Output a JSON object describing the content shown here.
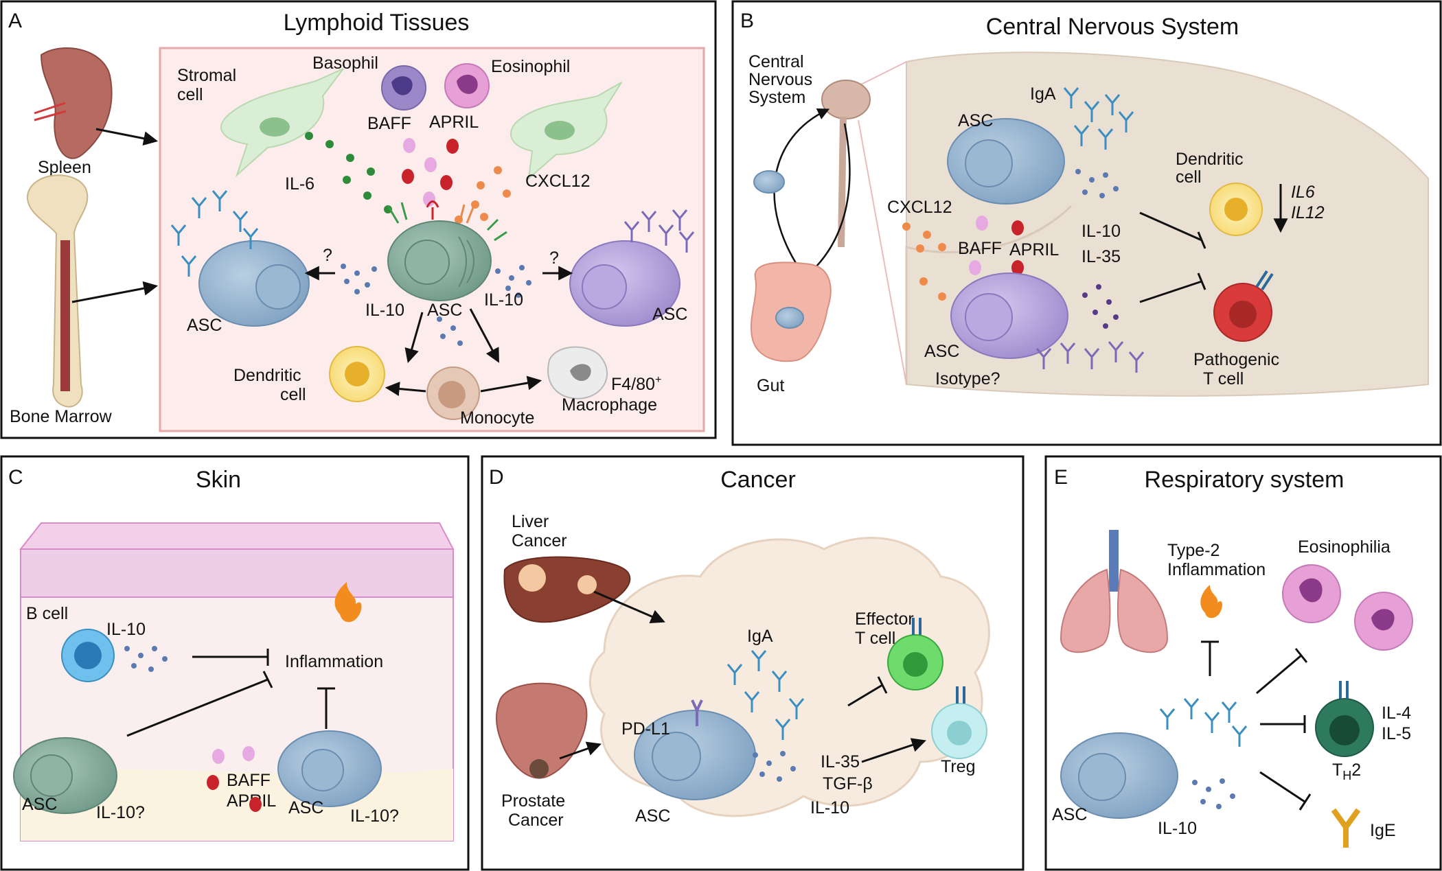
{
  "panels": {
    "a": {
      "letter": "A",
      "title": "Lymphoid Tissues",
      "labels": {
        "spleen": "Spleen",
        "bone_marrow": "Bone Marrow",
        "stromal_1": "Stromal",
        "stromal_2": "cell",
        "basophil": "Basophil",
        "eosinophil": "Eosinophil",
        "baff": "BAFF",
        "april": "APRIL",
        "il6": "IL-6",
        "cxcl12": "CXCL12",
        "question_left": "?",
        "question_right": "?",
        "asc_left": "ASC",
        "asc_center": "ASC",
        "asc_right": "ASC",
        "il10_left": "IL-10",
        "il10_right": "IL-10",
        "dendritic_1": "Dendritic",
        "dendritic_2": "cell",
        "monocyte": "Monocyte",
        "macrophage_1": "F4/80",
        "macrophage_sup": "+",
        "macrophage_2": "Macrophage"
      }
    },
    "b": {
      "letter": "B",
      "title": "Central Nervous System",
      "labels": {
        "cns_1": "Central",
        "cns_2": "Nervous",
        "cns_3": "System",
        "gut": "Gut",
        "iga": "IgA",
        "asc_top": "ASC",
        "dendritic_1": "Dendritic",
        "dendritic_2": "cell",
        "il6": "IL6",
        "il12": "IL12",
        "cxcl12": "CXCL12",
        "baff": "BAFF",
        "april": "APRIL",
        "il10": "IL-10",
        "il35": "IL-35",
        "asc_bottom": "ASC",
        "isotype": "Isotype?",
        "pathogenic_1": "Pathogenic",
        "pathogenic_2": "T cell"
      }
    },
    "c": {
      "letter": "C",
      "title": "Skin",
      "labels": {
        "b_cell": "B cell",
        "il10": "IL-10",
        "inflammation": "Inflammation",
        "baff": "BAFF",
        "april": "APRIL",
        "asc_left": "ASC",
        "il10q_left": "IL-10?",
        "asc_right": "ASC",
        "il10q_right": "IL-10?"
      }
    },
    "d": {
      "letter": "D",
      "title": "Cancer",
      "labels": {
        "liver_1": "Liver",
        "liver_2": "Cancer",
        "prostate_1": "Prostate",
        "prostate_2": "Cancer",
        "iga": "IgA",
        "pdl1": "PD-L1",
        "asc": "ASC",
        "effector_1": "Effector",
        "effector_2": "T cell",
        "il35": "IL-35",
        "tgfb": "TGF-β",
        "il10": "IL-10",
        "treg": "Treg"
      }
    },
    "e": {
      "letter": "E",
      "title": "Respiratory system",
      "labels": {
        "type2_1": "Type-2",
        "type2_2": "Inflammation",
        "eosinophilia": "Eosinophilia",
        "il4": "IL-4",
        "il5": "IL-5",
        "th2_main": "T",
        "th2_sub": "H",
        "th2_end": "2",
        "asc": "ASC",
        "il10": "IL-10",
        "ige": "IgE"
      }
    }
  },
  "colors": {
    "asc_blue": "#8fb0cc",
    "asc_green": "#7fa898",
    "asc_purple": "#b7a6d8",
    "antibody_blue": "#3a8fc0",
    "antibody_green": "#2e9a6a",
    "antibody_purple": "#7a6ab8",
    "il10_dots": "#5a7ab0",
    "panel_a_bg": "#fcecec",
    "brain_bg": "#eadfd3",
    "tumor_bg": "#f7ebe0",
    "flame": "#f28c1e"
  }
}
